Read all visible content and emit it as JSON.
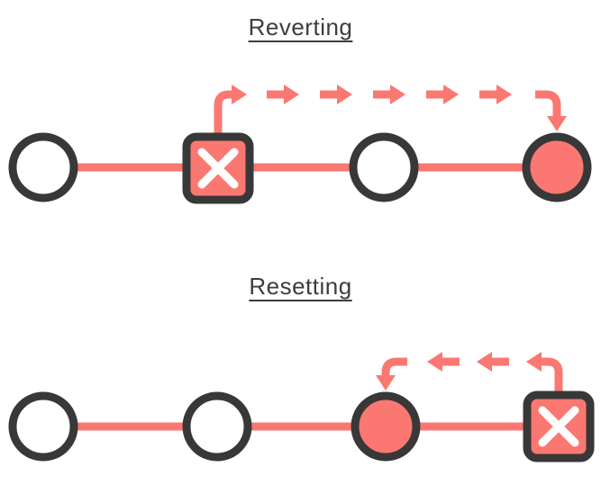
{
  "colors": {
    "background": "#FFFFFF",
    "salmon": "#FA7871",
    "dark": "#383838",
    "text": "#3D3D3D",
    "x_mark": "#FFFFFF"
  },
  "sections": [
    {
      "title": "Reverting",
      "nodes": [
        {
          "id": "commit-1",
          "shape": "circle",
          "variant": "normal"
        },
        {
          "id": "bad-commit",
          "shape": "square",
          "variant": "crossed-out"
        },
        {
          "id": "commit-2",
          "shape": "circle",
          "variant": "normal"
        },
        {
          "id": "revert-commit",
          "shape": "circle",
          "variant": "highlighted"
        }
      ],
      "arrow": {
        "from": "bad-commit",
        "to": "revert-commit",
        "direction": "right",
        "dashes": 5
      }
    },
    {
      "title": "Resetting",
      "nodes": [
        {
          "id": "commit-1",
          "shape": "circle",
          "variant": "normal"
        },
        {
          "id": "commit-2",
          "shape": "circle",
          "variant": "normal"
        },
        {
          "id": "reset-target-commit",
          "shape": "circle",
          "variant": "highlighted"
        },
        {
          "id": "removed-commit",
          "shape": "square",
          "variant": "crossed-out"
        }
      ],
      "arrow": {
        "from": "removed-commit",
        "to": "reset-target-commit",
        "direction": "left",
        "dashes": 2
      }
    }
  ]
}
